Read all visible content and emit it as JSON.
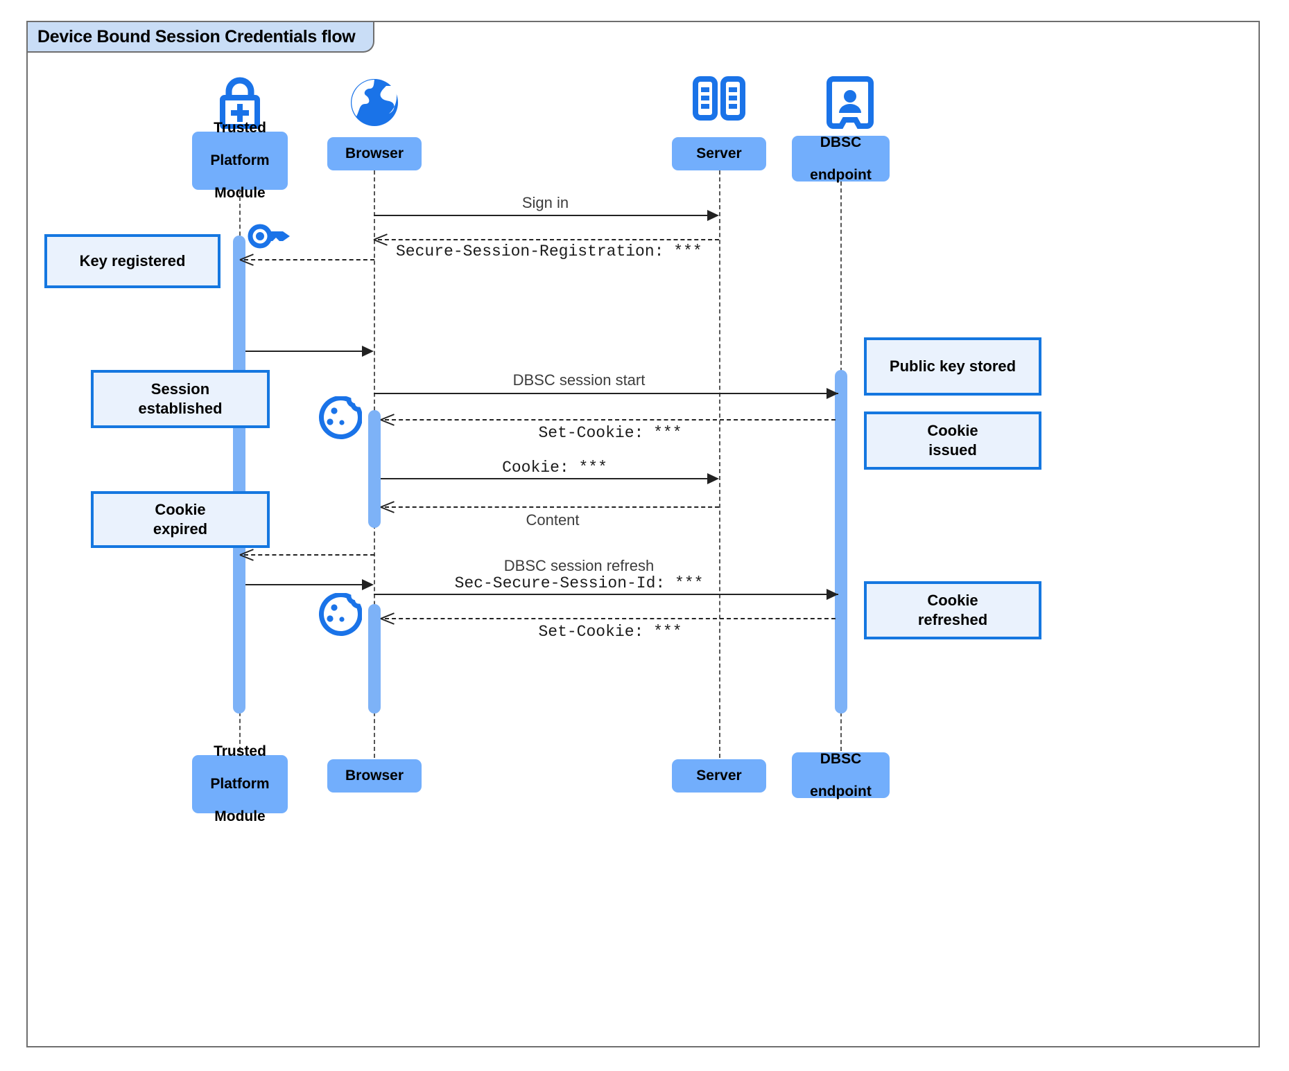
{
  "diagram": {
    "title": "Device Bound Session Credentials flow",
    "type": "uml-sequence-diagram",
    "colors": {
      "participant_fill": "#72aefc",
      "note_fill": "#eaf2fd",
      "note_border": "#1577e0",
      "activation_fill": "#7db2f7",
      "icon_blue": "#1a73e8",
      "frame_border": "#6e6e6e",
      "title_fill": "#c9ddf6"
    }
  },
  "participants": [
    {
      "id": "tpm",
      "label": "Trusted\nPlatform\nModule",
      "icon": "lock-plus-icon"
    },
    {
      "id": "browser",
      "label": "Browser",
      "icon": "globe-icon"
    },
    {
      "id": "server",
      "label": "Server",
      "icon": "server-rack-icon"
    },
    {
      "id": "dbsc",
      "label": "DBSC\nendpoint",
      "icon": "id-badge-icon"
    }
  ],
  "messages": [
    {
      "index": 1,
      "from": "browser",
      "to": "server",
      "label": "Sign in",
      "style": "solid",
      "font": "sans"
    },
    {
      "index": 2,
      "from": "server",
      "to": "browser",
      "label": "Secure-Session-Registration: ***",
      "style": "dashed",
      "font": "mono"
    },
    {
      "index": 3,
      "from": "tpm",
      "to": "browser",
      "label": "",
      "style": "solid",
      "font": "sans"
    },
    {
      "index": 4,
      "from": "browser",
      "to": "dbsc",
      "label": "DBSC session start",
      "style": "solid",
      "font": "sans"
    },
    {
      "index": 5,
      "from": "dbsc",
      "to": "browser",
      "label": "Set-Cookie: ***",
      "style": "dashed",
      "font": "mono"
    },
    {
      "index": 6,
      "from": "browser",
      "to": "server",
      "label": "Cookie: ***",
      "style": "solid",
      "font": "mono"
    },
    {
      "index": 7,
      "from": "server",
      "to": "browser",
      "label": "Content",
      "style": "dashed",
      "font": "sans"
    },
    {
      "index": 8,
      "from": "browser",
      "to": "tpm",
      "label": "",
      "style": "dashed",
      "font": "sans"
    },
    {
      "index": 9,
      "from": "tpm",
      "to": "browser",
      "label": "",
      "style": "solid",
      "font": "sans"
    },
    {
      "index": 10,
      "from": "browser",
      "to": "dbsc",
      "label": "DBSC session refresh\nSec-Secure-Session-Id: ***",
      "style": "solid",
      "font": "mixed"
    },
    {
      "index": 11,
      "from": "dbsc",
      "to": "browser",
      "label": "Set-Cookie: ***",
      "style": "dashed",
      "font": "mono"
    }
  ],
  "message_labels": {
    "sign_in": "Sign in",
    "secure_session_registration": "Secure-Session-Registration: ***",
    "dbsc_session_start": "DBSC session start",
    "set_cookie_1": "Set-Cookie: ***",
    "cookie": "Cookie: ***",
    "content": "Content",
    "dbsc_session_refresh": "DBSC session refresh",
    "sec_secure_session_id": "Sec-Secure-Session-Id: ***",
    "set_cookie_2": "Set-Cookie: ***"
  },
  "notes": [
    {
      "id": "key-registered",
      "text": "Key registered",
      "side": "left",
      "attached_to": "tpm"
    },
    {
      "id": "session-established",
      "text": "Session\nestablished",
      "side": "left",
      "attached_to": "tpm"
    },
    {
      "id": "cookie-expired",
      "text": "Cookie\nexpired",
      "side": "left",
      "attached_to": "tpm"
    },
    {
      "id": "public-key-stored",
      "text": "Public key stored",
      "side": "right",
      "attached_to": "dbsc"
    },
    {
      "id": "cookie-issued",
      "text": "Cookie\nissued",
      "side": "right",
      "attached_to": "dbsc"
    },
    {
      "id": "cookie-refreshed",
      "text": "Cookie\nrefreshed",
      "side": "right",
      "attached_to": "dbsc"
    }
  ],
  "note_text": {
    "key_registered": "Key registered",
    "session_established_l1": "Session",
    "session_established_l2": "established",
    "cookie_expired_l1": "Cookie",
    "cookie_expired_l2": "expired",
    "public_key_stored": "Public key stored",
    "cookie_issued_l1": "Cookie",
    "cookie_issued_l2": "issued",
    "cookie_refreshed_l1": "Cookie",
    "cookie_refreshed_l2": "refreshed"
  },
  "participant_text": {
    "tpm_l1": "Trusted",
    "tpm_l2": "Platform",
    "tpm_l3": "Module",
    "browser": "Browser",
    "server": "Server",
    "dbsc_l1": "DBSC",
    "dbsc_l2": "endpoint"
  },
  "annotation_icons": [
    {
      "id": "key-icon",
      "near": "tpm",
      "meaning": "key generated / registered"
    },
    {
      "id": "cookie-icon-1",
      "near": "browser",
      "meaning": "cookie stored"
    },
    {
      "id": "cookie-icon-2",
      "near": "browser",
      "meaning": "cookie refreshed"
    }
  ]
}
